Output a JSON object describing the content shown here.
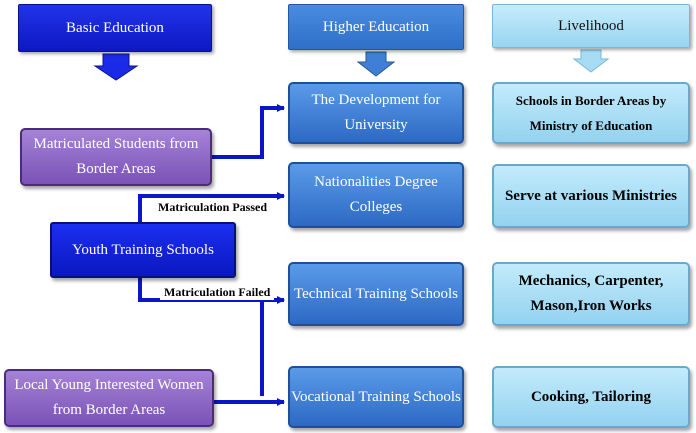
{
  "headers": {
    "basic": "Basic Education",
    "higher": "Higher Education",
    "livelihood": "Livelihood"
  },
  "sources": {
    "matriculated": "Matriculated Students from Border Areas",
    "youth": "Youth Training Schools",
    "women": "Local Young Interested Women from Border Areas"
  },
  "higher_nodes": {
    "university": "The Development for University",
    "nationalities": "Nationalities Degree Colleges",
    "technical": "Technical Training Schools",
    "vocational": "Vocational Training Schools"
  },
  "livelihood_nodes": {
    "schools": "Schools in Border Areas by Ministry of Education",
    "ministries": "Serve at various Ministries",
    "mechanics": "Mechanics, Carpenter, Mason,Iron Works",
    "cooking": "Cooking, Tailoring"
  },
  "edge_labels": {
    "passed": "Matriculation Passed",
    "failed": "Matriculation Failed"
  },
  "colors": {
    "connector": "#0a17c8",
    "purple": "#8a62c4",
    "dark_blue": "#1324e0",
    "mid_blue": "#3f7fd6",
    "light_blue": "#a8dcf4"
  }
}
